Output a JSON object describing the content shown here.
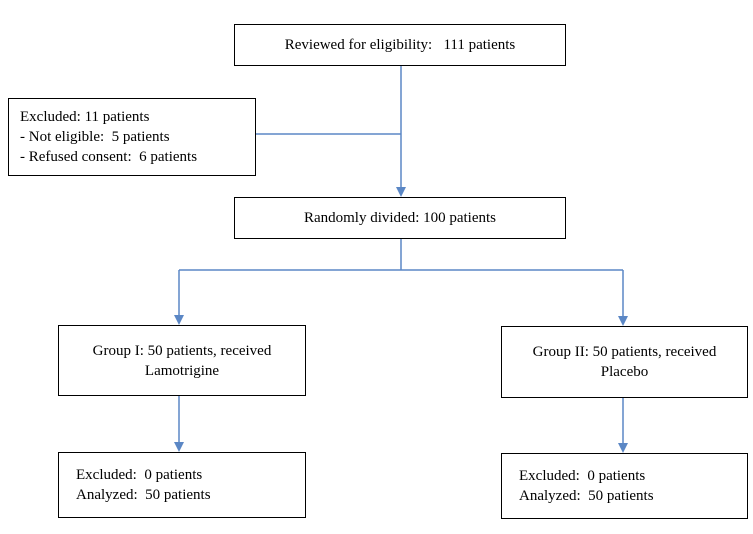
{
  "diagram": {
    "colors": {
      "connector": "#5b87c5",
      "box_border": "#000000"
    },
    "nodes": {
      "reviewed": {
        "text": "Reviewed for eligibility:   111 patients"
      },
      "excluded": {
        "lines": [
          "Excluded: 11 patients",
          "- Not eligible:  5 patients",
          "- Refused consent:  6 patients"
        ]
      },
      "randomized": {
        "text": "Randomly divided: 100 patients"
      },
      "group1": {
        "lines": [
          "Group I: 50 patients, received",
          "Lamotrigine"
        ]
      },
      "group2": {
        "lines": [
          "Group II: 50 patients, received",
          "Placebo"
        ]
      },
      "outcome1": {
        "lines": [
          "Excluded:  0 patients",
          "Analyzed:  50 patients"
        ]
      },
      "outcome2": {
        "lines": [
          "Excluded:  0 patients",
          "Analyzed:  50 patients"
        ]
      }
    }
  }
}
